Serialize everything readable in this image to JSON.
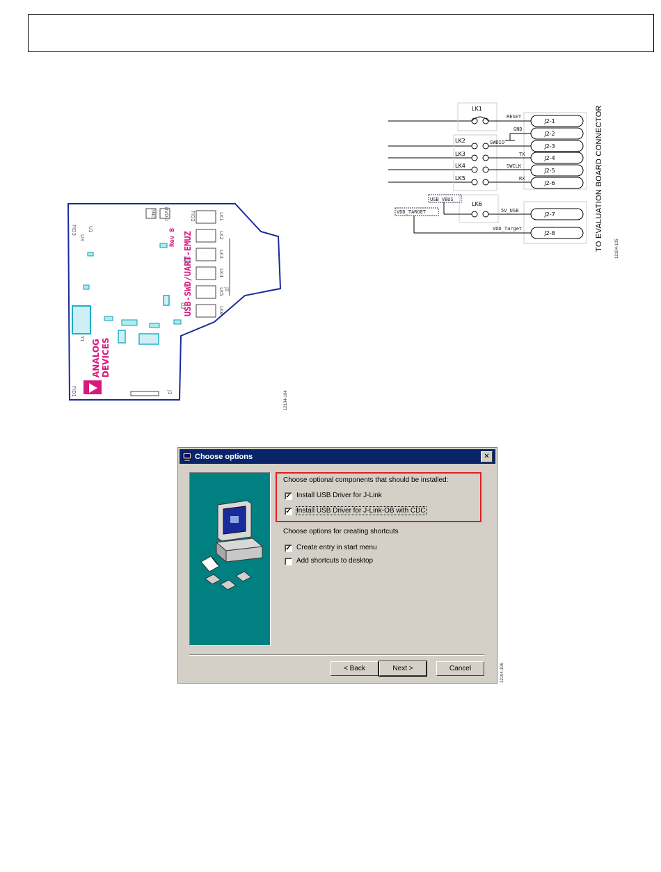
{
  "figures": {
    "pcb_id": "12104-104",
    "schematic_id": "12104-105",
    "dialog_id": "12104-106"
  },
  "pcb": {
    "board_name": "USB-SWD/UART-EMUZ",
    "rev": "Rev B",
    "logo_line1": "ANALOG",
    "logo_line2": "DEVICES",
    "refs": [
      "FID3",
      "FID2",
      "FID1",
      "LK1",
      "LK2",
      "LK3",
      "LK4",
      "LK5",
      "LK6",
      "J2",
      "J1",
      "U1",
      "U3",
      "U2",
      "Y1",
      "GND",
      "DVDD"
    ]
  },
  "schematic": {
    "side_label": "TO EVALUATION BOARD CONNECTOR",
    "links": [
      "LK1",
      "LK2",
      "LK3",
      "LK4",
      "LK5",
      "LK6"
    ],
    "signals": [
      "RESET",
      "GND",
      "SWDIO",
      "TX",
      "SWCLK",
      "RX",
      "5V_USB",
      "VDD_Target"
    ],
    "pins": [
      "J2-1",
      "J2-2",
      "J2-3",
      "J2-4",
      "J2-5",
      "J2-6",
      "J2-7",
      "J2-8"
    ],
    "usb_vbus": "USB_VBUS",
    "vdd_target": "VDD_TARGET"
  },
  "dialog": {
    "title": "Choose options",
    "components_heading": "Choose optional components that should be installed:",
    "options": [
      {
        "label": "Install USB Driver for J-Link",
        "checked": true
      },
      {
        "label": "Install USB Driver for J-Link-OB with CDC",
        "checked": true
      }
    ],
    "shortcuts_heading": "Choose options for creating shortcuts",
    "shortcuts": [
      {
        "label": "Create entry in start menu",
        "checked": true
      },
      {
        "label": "Add shortcuts to desktop",
        "checked": false
      }
    ],
    "buttons": {
      "back": "< Back",
      "next": "Next >",
      "cancel": "Cancel"
    },
    "close_glyph": "✕",
    "check_glyph": "✓",
    "colors": {
      "titlebar": "#0a246a",
      "panel": "#008080",
      "highlight": "#e02020",
      "face": "#d4d0c8"
    }
  }
}
